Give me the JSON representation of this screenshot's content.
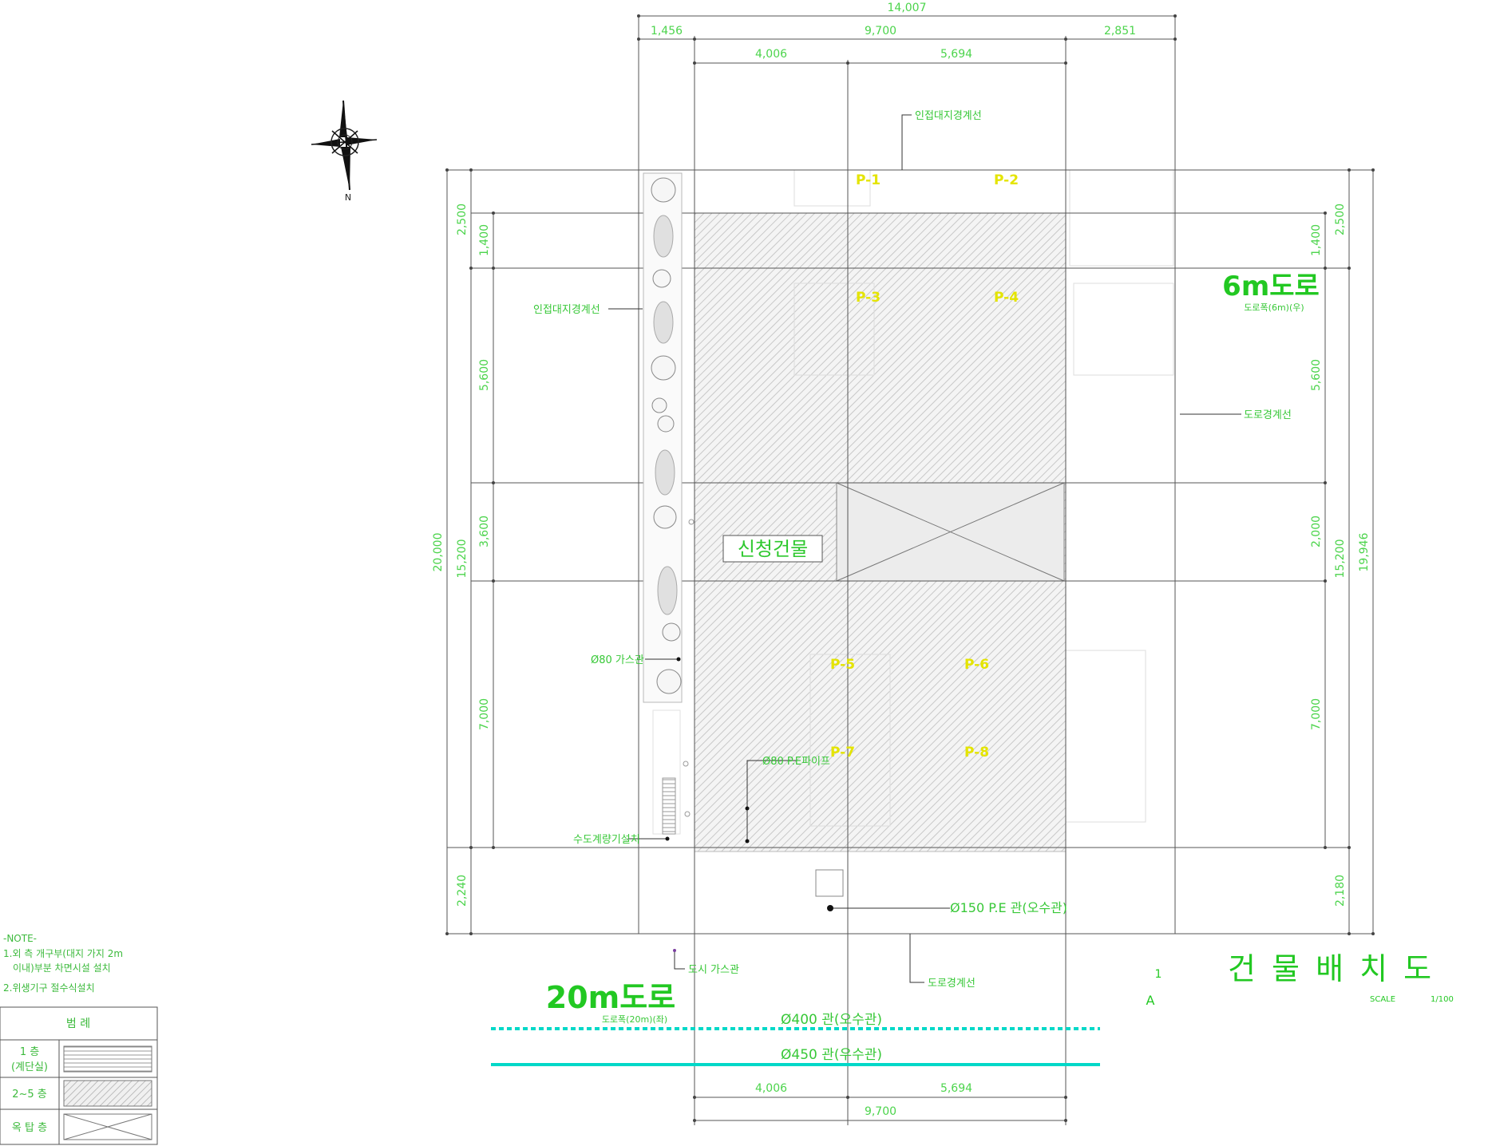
{
  "plan": {
    "dims_top": {
      "overall": "14,007",
      "seg_left": "1,456",
      "seg_mid": "9,700",
      "seg_right": "2,851",
      "inner_left": "4,006",
      "inner_right": "5,694"
    },
    "dims_bottom": {
      "inner_left": "4,006",
      "inner_right": "5,694",
      "overall": "9,700"
    },
    "dims_left": {
      "outer": "20,000",
      "mid": "15,200",
      "top_setback": "2,500",
      "bottom_setback": "2,240",
      "span_1": "1,400",
      "span_2": "5,600",
      "span_3": "3,600",
      "span_4": "7,000"
    },
    "dims_right": {
      "outer": "19,946",
      "mid": "15,200",
      "top_setback": "2,500",
      "bottom_setback": "2,180",
      "span_1": "1,400",
      "span_2": "5,600",
      "span_3": "2,000",
      "span_4": "7,000"
    },
    "columns": [
      "P-1",
      "P-2",
      "P-3",
      "P-4",
      "P-5",
      "P-6",
      "P-7",
      "P-8"
    ],
    "building_label": "신청건물",
    "labels": {
      "adjacent_boundary_top": "인접대지경계선",
      "adjacent_boundary_left": "인접대지경계선",
      "road_boundary_right": "도로경계선",
      "road_boundary_bottom": "도로경계선",
      "gas_pipe": "Ø80 가스관",
      "pe_pipe": "Ø80 P.E파이프",
      "water_meter": "수도계량기설치",
      "city_gas": "도시 가스관",
      "sewer_pipe_150": "Ø150 P.E 관(오수관)",
      "pipe_400": "Ø400 관(오수관)",
      "pipe_450": "Ø450 관(우수관)"
    },
    "roads": {
      "east": {
        "name": "6m도로",
        "sub": "도로폭(6m)(우)"
      },
      "south": {
        "name": "20m도로",
        "sub": "도로폭(20m)(좌)"
      }
    },
    "north": "N",
    "title": "건 물 배 치 도",
    "section_mark": {
      "num": "1",
      "letter": "A"
    },
    "scale": {
      "label": "SCALE",
      "value": "1/100"
    },
    "notes": {
      "heading": "-NOTE-",
      "line1a": "1.외 측 개구부(대지 가지 2m",
      "line1b": "이내)부분 차면시설 설치",
      "line2": "2.위생기구 절수식설치"
    },
    "legend": {
      "header": "범  례",
      "row1a": "1  층",
      "row1b": "(계단실)",
      "row2": "2~5 층",
      "row3": "옥 탑 층"
    },
    "colors": {
      "dimension": "#4cd44c",
      "column_tag": "#e4e400",
      "pipe_line": "#00d8c8",
      "hatch": "#c8c8c8"
    }
  }
}
